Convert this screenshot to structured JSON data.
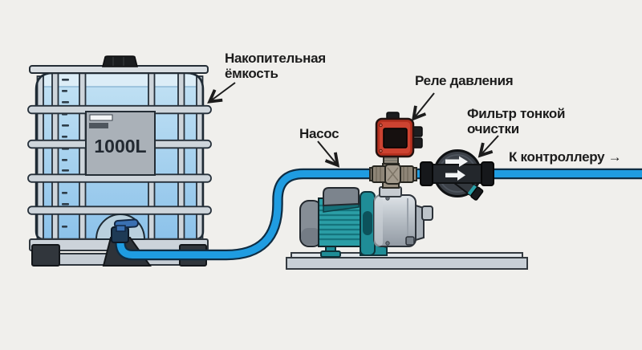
{
  "diagram": {
    "background": "#f0efec",
    "labels": {
      "tank_line1": "Накопительная",
      "tank_line2": "ёмкость",
      "tank_capacity": "1000L",
      "pump": "Насос",
      "pressure_relay": "Реле давления",
      "filter_line1": "Фильтр тонкой",
      "filter_line2": "очистки",
      "controller": "К контроллеру →"
    },
    "palette": {
      "pipe_blue": "#1f9ce1",
      "pipe_outline": "#0e2d44",
      "water": "#a9d4f0",
      "water_top": "#dcedf7",
      "pump_teal": "#2b9ea6",
      "relay_red": "#cd4331",
      "filter_dark": "#3c4148",
      "metal_light": "#c9d0d7",
      "ink": "#1c1c1c"
    }
  }
}
